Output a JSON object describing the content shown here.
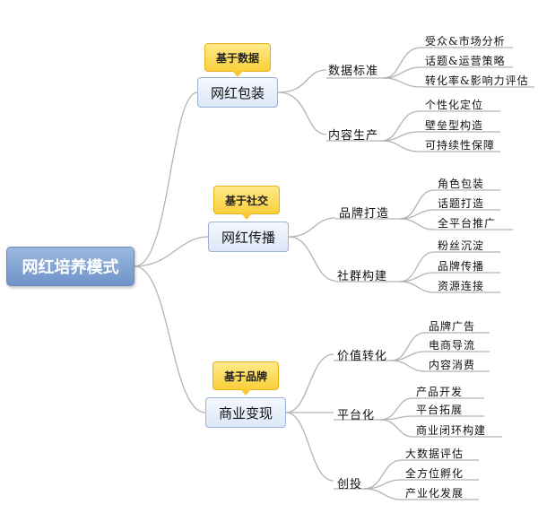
{
  "root": {
    "label": "网红培养模式"
  },
  "branches": [
    {
      "label": "网红包装",
      "callout": "基于数据",
      "subs": [
        {
          "label": "数据标准",
          "leaves": [
            "受众&市场分析",
            "话题&运营策略",
            "转化率&影响力评估"
          ]
        },
        {
          "label": "内容生产",
          "leaves": [
            "个性化定位",
            "壁垒型构造",
            "可持续性保障"
          ]
        }
      ]
    },
    {
      "label": "网红传播",
      "callout": "基于社交",
      "subs": [
        {
          "label": "品牌打造",
          "leaves": [
            "角色包装",
            "话题打造",
            "全平台推广"
          ]
        },
        {
          "label": "社群构建",
          "leaves": [
            "粉丝沉淀",
            "品牌传播",
            "资源连接"
          ]
        }
      ]
    },
    {
      "label": "商业变现",
      "callout": "基于品牌",
      "subs": [
        {
          "label": "价值转化",
          "leaves": [
            "品牌广告",
            "电商导流",
            "内容消费"
          ]
        },
        {
          "label": "平台化",
          "leaves": [
            "产品开发",
            "平台拓展",
            "商业闭环构建"
          ]
        },
        {
          "label": "创投",
          "leaves": [
            "大数据评估",
            "全方位孵化",
            "产业化发展"
          ]
        }
      ]
    }
  ],
  "colors": {
    "line": "#b3b3b3",
    "root": "#7d9fd2",
    "branch": "#e5edf9",
    "callout": "#fbd649"
  }
}
